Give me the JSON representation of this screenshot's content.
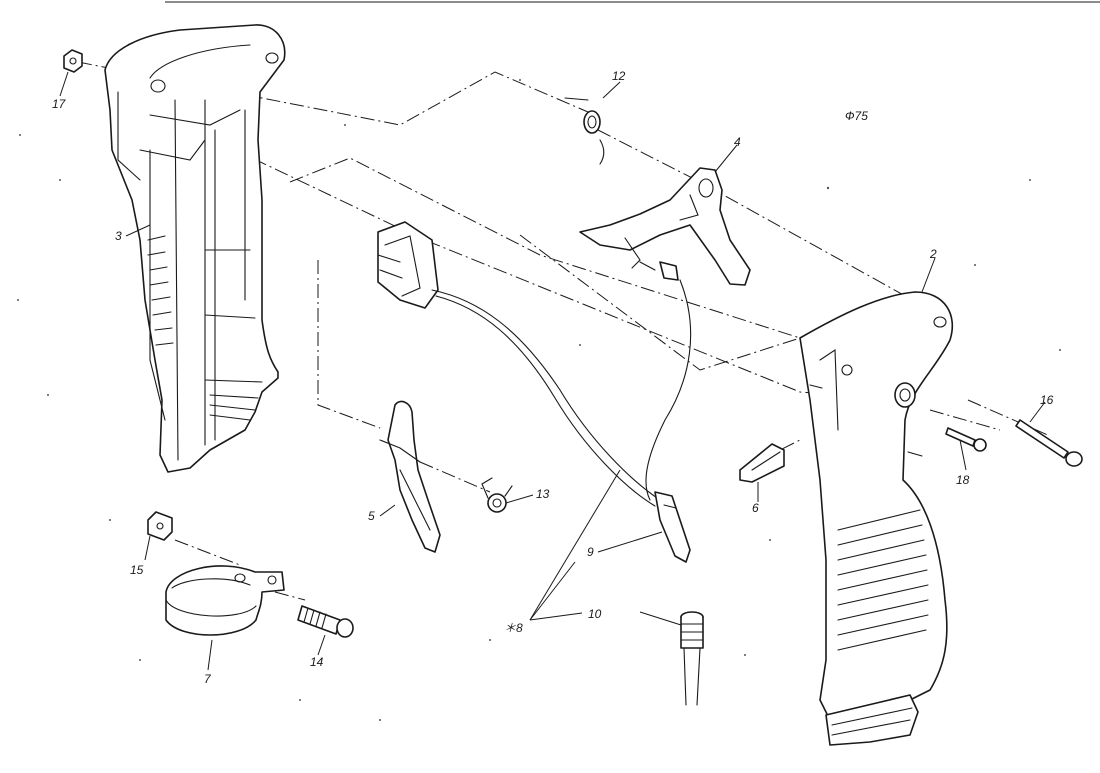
{
  "diagram": {
    "labels": [
      {
        "id": "p17",
        "text": "17"
      },
      {
        "id": "p12",
        "text": "12"
      },
      {
        "id": "p75",
        "text": "Ф75"
      },
      {
        "id": "p4",
        "text": "4"
      },
      {
        "id": "p3",
        "text": "3"
      },
      {
        "id": "p2",
        "text": "2"
      },
      {
        "id": "p16",
        "text": "16"
      },
      {
        "id": "p18",
        "text": "18"
      },
      {
        "id": "p6",
        "text": "6"
      },
      {
        "id": "p13",
        "text": "13"
      },
      {
        "id": "p5",
        "text": "5"
      },
      {
        "id": "p9",
        "text": "9"
      },
      {
        "id": "p8",
        "text": "＊8"
      },
      {
        "id": "p10",
        "text": "10"
      },
      {
        "id": "p15",
        "text": "15"
      },
      {
        "id": "p14",
        "text": "14"
      },
      {
        "id": "p7",
        "text": "7"
      }
    ]
  }
}
